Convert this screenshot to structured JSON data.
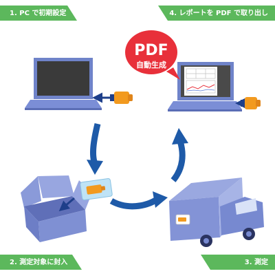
{
  "steps": {
    "step1": "1. PC で初期設定",
    "step2": "2. 測定対象に封入",
    "step3": "3. 測定",
    "step4": "4. レポートを PDF で取り出し"
  },
  "badge": {
    "title": "PDF",
    "subtitle": "自動生成"
  },
  "colors": {
    "label_green": "#5cb85c",
    "flow_arrow": "#1e5aa8",
    "device_blue": "#7b8ed6",
    "badge_red": "#e8303a",
    "logger_orange": "#f29a1f"
  },
  "icons": [
    "laptop-icon",
    "data-logger-icon",
    "box-icon",
    "truck-icon",
    "pdf-badge-icon"
  ]
}
